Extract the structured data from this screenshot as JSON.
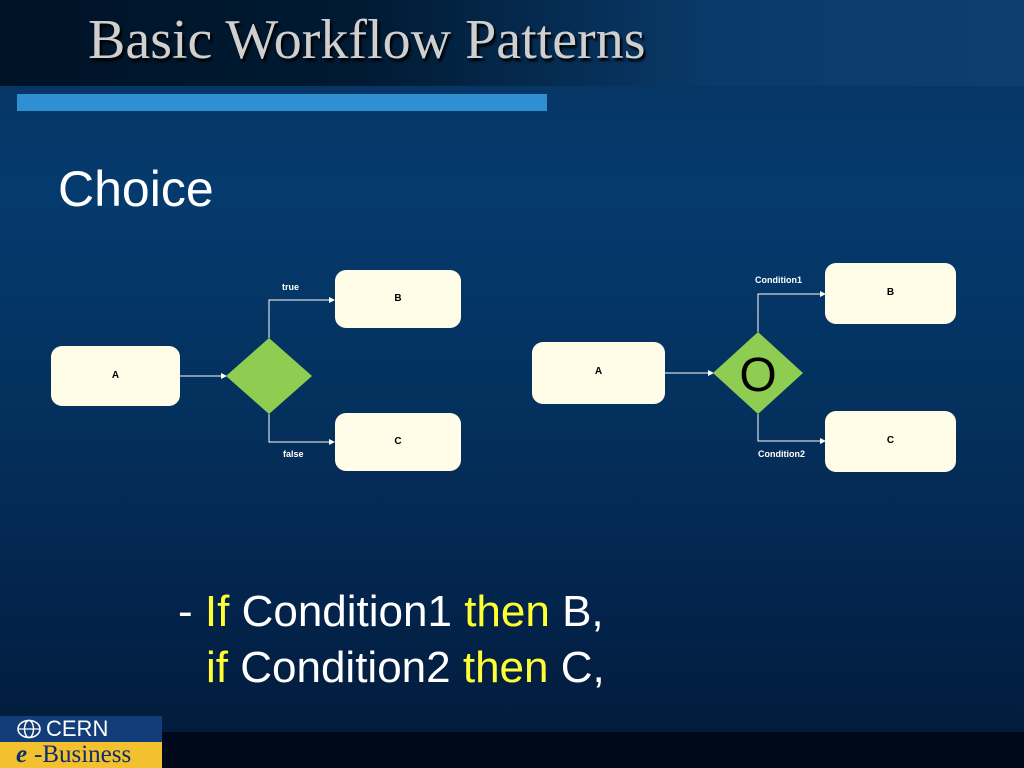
{
  "slide": {
    "title": "Basic Workflow Patterns",
    "subtitle": "Choice"
  },
  "diagram_left": {
    "node_a": "A",
    "node_b": "B",
    "node_c": "C",
    "label_true": "true",
    "label_false": "false"
  },
  "diagram_right": {
    "node_a": "A",
    "node_b": "B",
    "node_c": "C",
    "gateway_symbol": "O",
    "label_condition1": "Condition1",
    "label_condition2": "Condition2"
  },
  "bullet": {
    "dash": "-",
    "line1": [
      "If",
      "Condition1",
      "then",
      "B,"
    ],
    "line2": [
      "if",
      "Condition2",
      "then",
      "C,"
    ],
    "line3": "…"
  },
  "logo": {
    "org": "CERN",
    "e": "e",
    "business": "-Business"
  },
  "colors": {
    "gateway": "#8fcd52",
    "node_fill": "#fffce8",
    "keyword": "#ffff33",
    "accent_line": "#2f8fd0"
  }
}
